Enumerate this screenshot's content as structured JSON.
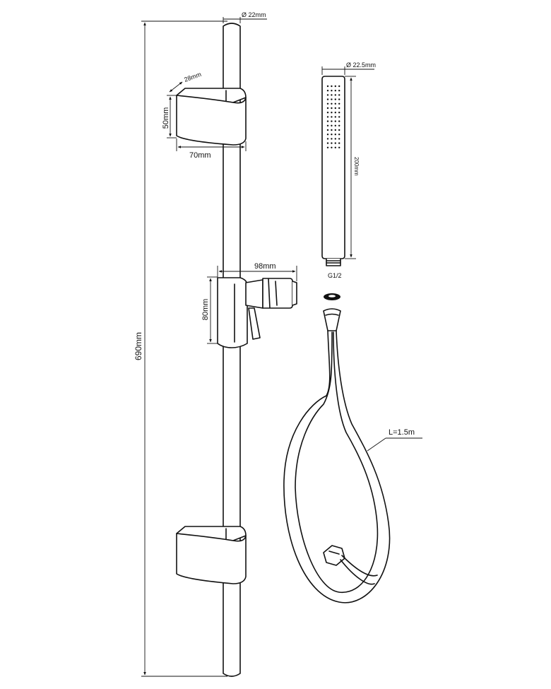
{
  "dimensions": {
    "rail_height": "690mm",
    "rail_diameter": "Ø 22mm",
    "bracket_depth": "28mm",
    "bracket_height": "50mm",
    "bracket_width": "70mm",
    "holder_width": "98mm",
    "holder_height": "80mm",
    "handshower_diameter": "Ø 22.5mm",
    "handshower_length": "200mm",
    "thread": "G1/2",
    "hose_length": "L=1.5m"
  }
}
